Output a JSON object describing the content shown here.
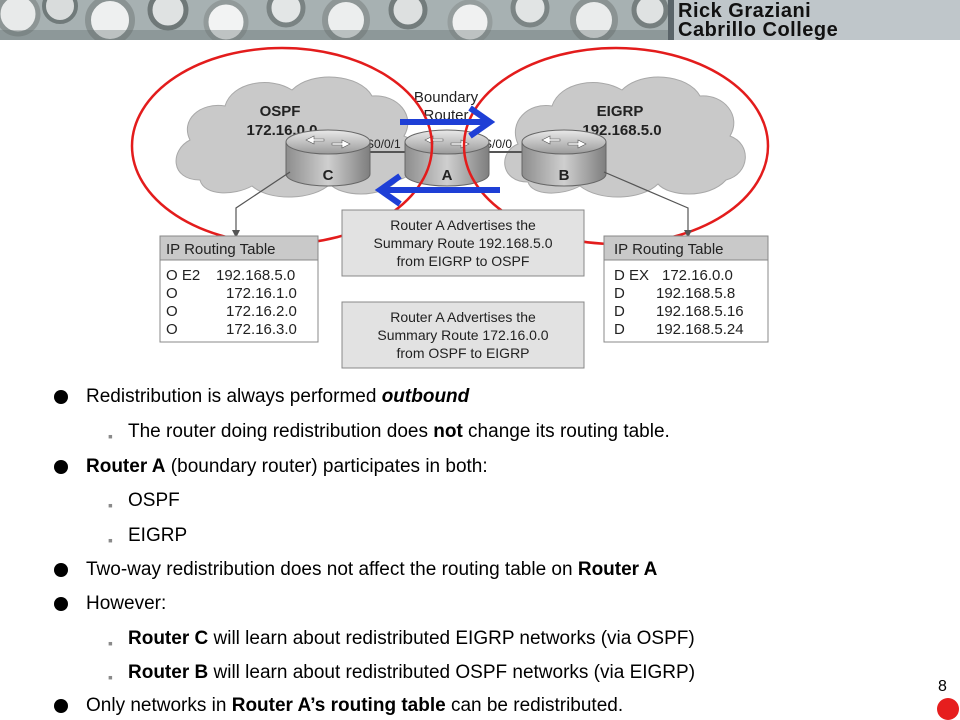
{
  "header": {
    "author": "Rick Graziani",
    "institution": "Cabrillo College"
  },
  "diagram": {
    "clouds": [
      {
        "name": "OSPF",
        "network": "172.16.0.0"
      },
      {
        "name": "EIGRP",
        "network": "192.168.5.0"
      }
    ],
    "boundary_label_line1": "Boundary",
    "boundary_label_line2": "Router",
    "routers": [
      "C",
      "A",
      "B"
    ],
    "interfaces": {
      "left": "S0/0/1",
      "right": "S/0/0"
    },
    "advert_top": [
      "Router A Advertises the",
      "Summary Route 192.168.5.0",
      "from EIGRP to OSPF"
    ],
    "advert_bottom": [
      "Router A Advertises the",
      "Summary Route 172.16.0.0",
      "from OSPF to EIGRP"
    ],
    "left_table": {
      "title": "IP Routing Table",
      "rows": [
        {
          "code": "O E2",
          "network": "192.168.5.0"
        },
        {
          "code": "O",
          "network": "172.16.1.0"
        },
        {
          "code": "O",
          "network": "172.16.2.0"
        },
        {
          "code": "O",
          "network": "172.16.3.0"
        }
      ]
    },
    "right_table": {
      "title": "IP Routing Table",
      "rows": [
        {
          "code": "D EX",
          "network": "172.16.0.0"
        },
        {
          "code": "D",
          "network": "192.168.5.8"
        },
        {
          "code": "D",
          "network": "192.168.5.16"
        },
        {
          "code": "D",
          "network": "192.168.5.24"
        }
      ]
    },
    "colors": {
      "ellipse": "#e31c1c",
      "arrow": "#1e3fd6",
      "cloud": "#c8c8c8",
      "table_header": "#c9c9c9"
    }
  },
  "bullets": [
    {
      "level": 1,
      "parts": [
        {
          "t": "Redistribution is always performed "
        },
        {
          "t": "outbound",
          "s": "bi"
        }
      ]
    },
    {
      "level": 2,
      "parts": [
        {
          "t": "The router doing redistribution does "
        },
        {
          "t": "not",
          "s": "b"
        },
        {
          "t": " change its routing table."
        }
      ]
    },
    {
      "level": 1,
      "parts": [
        {
          "t": "Router A",
          "s": "b"
        },
        {
          "t": " (boundary router) participates in both:"
        }
      ]
    },
    {
      "level": 2,
      "parts": [
        {
          "t": "OSPF"
        }
      ]
    },
    {
      "level": 2,
      "parts": [
        {
          "t": "EIGRP"
        }
      ]
    },
    {
      "level": 1,
      "parts": [
        {
          "t": "Two-way redistribution does not affect the routing table on "
        },
        {
          "t": "Router A",
          "s": "b"
        }
      ]
    },
    {
      "level": 1,
      "parts": [
        {
          "t": "However:"
        }
      ]
    },
    {
      "level": 2,
      "parts": [
        {
          "t": "Router C",
          "s": "b"
        },
        {
          "t": " will learn about redistributed EIGRP networks (via OSPF)"
        }
      ]
    },
    {
      "level": 2,
      "parts": [
        {
          "t": "Router B",
          "s": "b"
        },
        {
          "t": " will learn about redistributed OSPF networks (via EIGRP)"
        }
      ]
    },
    {
      "level": 1,
      "parts": [
        {
          "t": "Only networks in "
        },
        {
          "t": "Router A’s routing table",
          "s": "b"
        },
        {
          "t": " can be redistributed."
        }
      ]
    }
  ],
  "page_number": "8"
}
